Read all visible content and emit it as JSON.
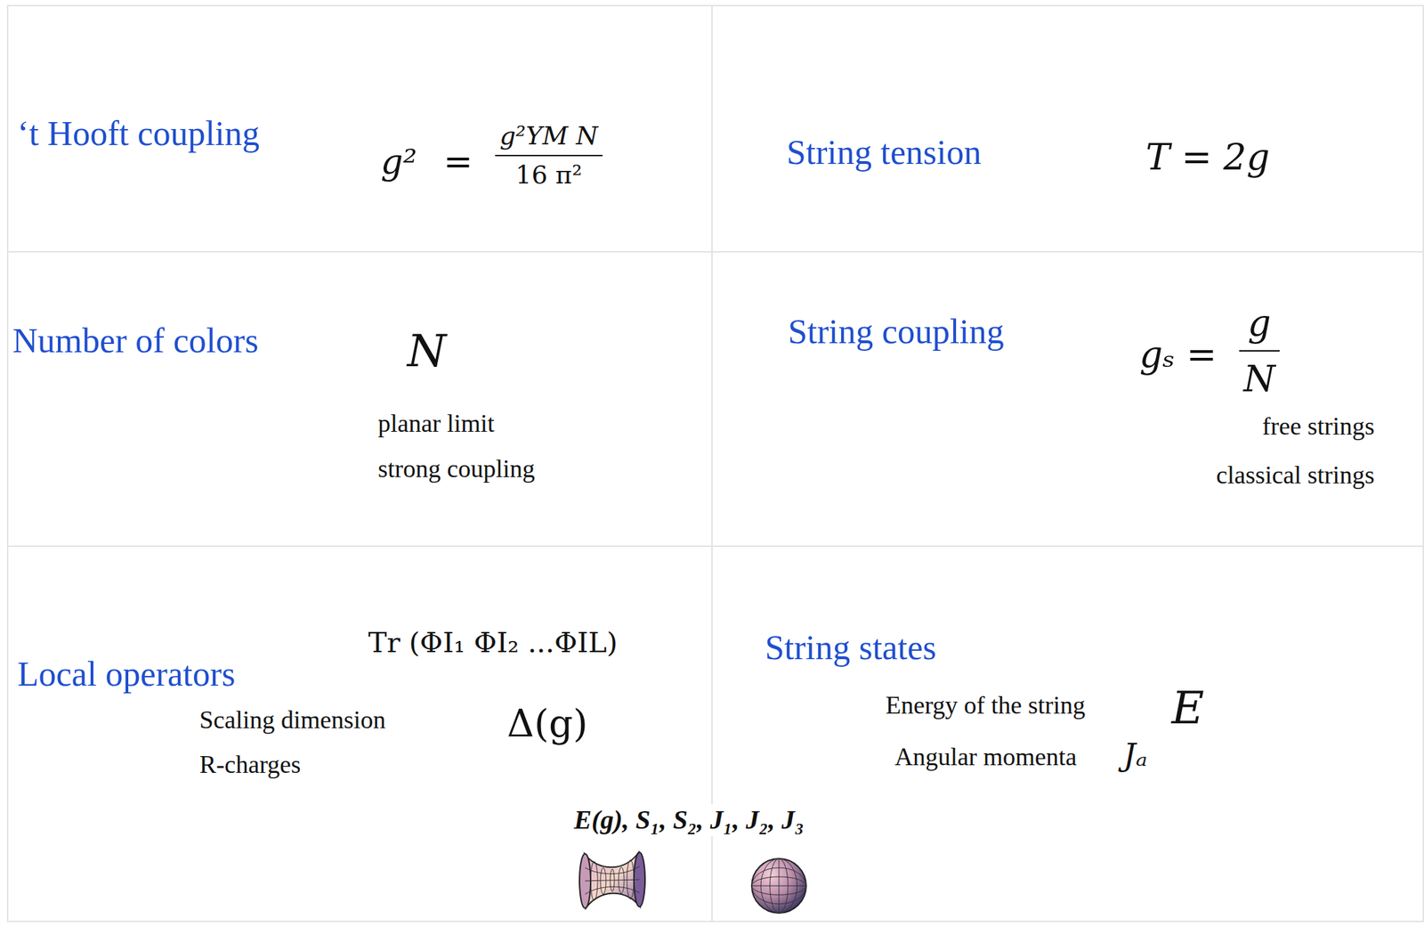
{
  "diagram": {
    "nodes": [
      {
        "text": [
          "‘t Hooft coupling",
          "g²",
          "=",
          "g²YM N",
          "16 π²"
        ]
      },
      {
        "text": [
          "String tension",
          "T = 2g"
        ]
      },
      {
        "text": [
          "Number of colors",
          "N",
          "planar limit",
          "strong coupling"
        ]
      },
      {
        "text": [
          "String coupling",
          "gₛ =",
          "g",
          "N",
          "free strings",
          "classical strings"
        ]
      },
      {
        "text": [
          "Tr (ΦI₁ ΦI₂ ...ΦIL)",
          "Local operators",
          "Scaling dimension",
          "R-charges",
          "Δ(g)"
        ]
      },
      {
        "text": [
          "String states",
          "Energy of the string",
          "E",
          "Angular momenta",
          "Jₐ"
        ]
      }
    ],
    "labels": [
      "E(g), S₁, S₂, J₁, J₂, J₃"
    ]
  }
}
